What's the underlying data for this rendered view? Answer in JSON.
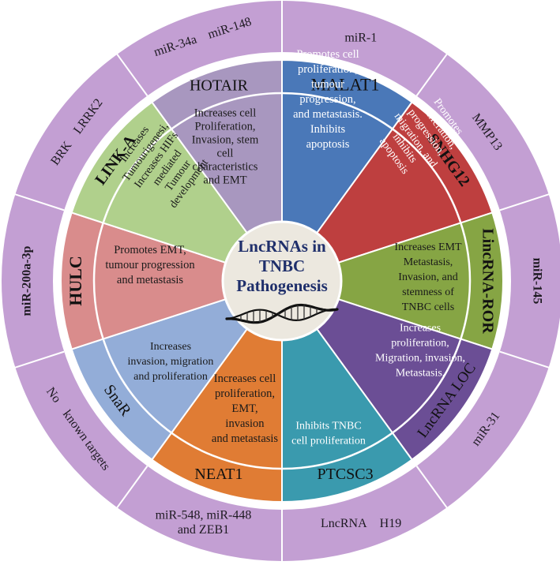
{
  "center": {
    "lines": [
      "LncRNAs in",
      "TNBC",
      "Pathogenesis"
    ],
    "color": "#1f2f6b",
    "fill": "#ece8df"
  },
  "outer_ring": {
    "fill": "#c39fd3",
    "labels": [
      {
        "text": "miR-1"
      },
      {
        "text": "MMP13"
      },
      {
        "text": "miR-145"
      },
      {
        "text": "miR-31"
      },
      {
        "text": "LncRNA H19"
      },
      {
        "text": "miR-548, miR-448 and ZEB1",
        "lines": [
          "miR-548, miR-448",
          "and ZEB1"
        ]
      },
      {
        "text": "No known targets"
      },
      {
        "text": "miR-200a-3p"
      },
      {
        "text": "BRK LRRK2"
      },
      {
        "text": "miR-34a miR-148"
      }
    ]
  },
  "segments": [
    {
      "name": "MALAT1",
      "color": "#4a78b8",
      "desc": [
        "Promotes cell",
        "proliferation,",
        "tumour",
        "progression,",
        "and metastasis.",
        "Inhibits",
        "apoptosis"
      ]
    },
    {
      "name": "SNHG12",
      "color": "#be3f3f",
      "desc": [
        "Promotes",
        "proliferation,",
        "progression,",
        "migration, and",
        "inhibits",
        "apoptosis"
      ]
    },
    {
      "name": "LincRNA-ROR",
      "color": "#86a544",
      "desc": [
        "Increases EMT",
        "Metastasis,",
        "Invasion, and",
        "stemness of",
        "TNBC cells"
      ]
    },
    {
      "name": "LncRNA LOC",
      "color": "#6b4e95",
      "desc": [
        "Increases",
        "proliferation,",
        "Migration, invasion,",
        "Metastasis,"
      ]
    },
    {
      "name": "PTCSC3",
      "color": "#3a9aae",
      "desc": [
        "Inhibits TNBC",
        "cell proliferation"
      ]
    },
    {
      "name": "NEAT1",
      "color": "#e07c34",
      "desc": [
        "Increases cell",
        "proliferation,",
        "EMT,",
        "invasion",
        "and metastasis"
      ]
    },
    {
      "name": "SnaR",
      "color": "#93add8",
      "desc": [
        "Increases",
        "invasion, migration",
        "and proliferation"
      ]
    },
    {
      "name": "HULC",
      "color": "#d98c8c",
      "desc": [
        "Promotes EMT,",
        "tumour progression",
        "and metastasis"
      ]
    },
    {
      "name": "LINK-A",
      "color": "#b0d08c",
      "desc": [
        "Increases",
        "Tumourigenesi,",
        "Increases HIFs",
        "mediated",
        "Tumour",
        "development"
      ]
    },
    {
      "name": "HOTAIR",
      "color": "#a897bf",
      "desc": [
        "Increases cell",
        "Proliferation,",
        "Invasion, stem",
        "cell",
        "characteristics",
        "and EMT"
      ]
    }
  ]
}
